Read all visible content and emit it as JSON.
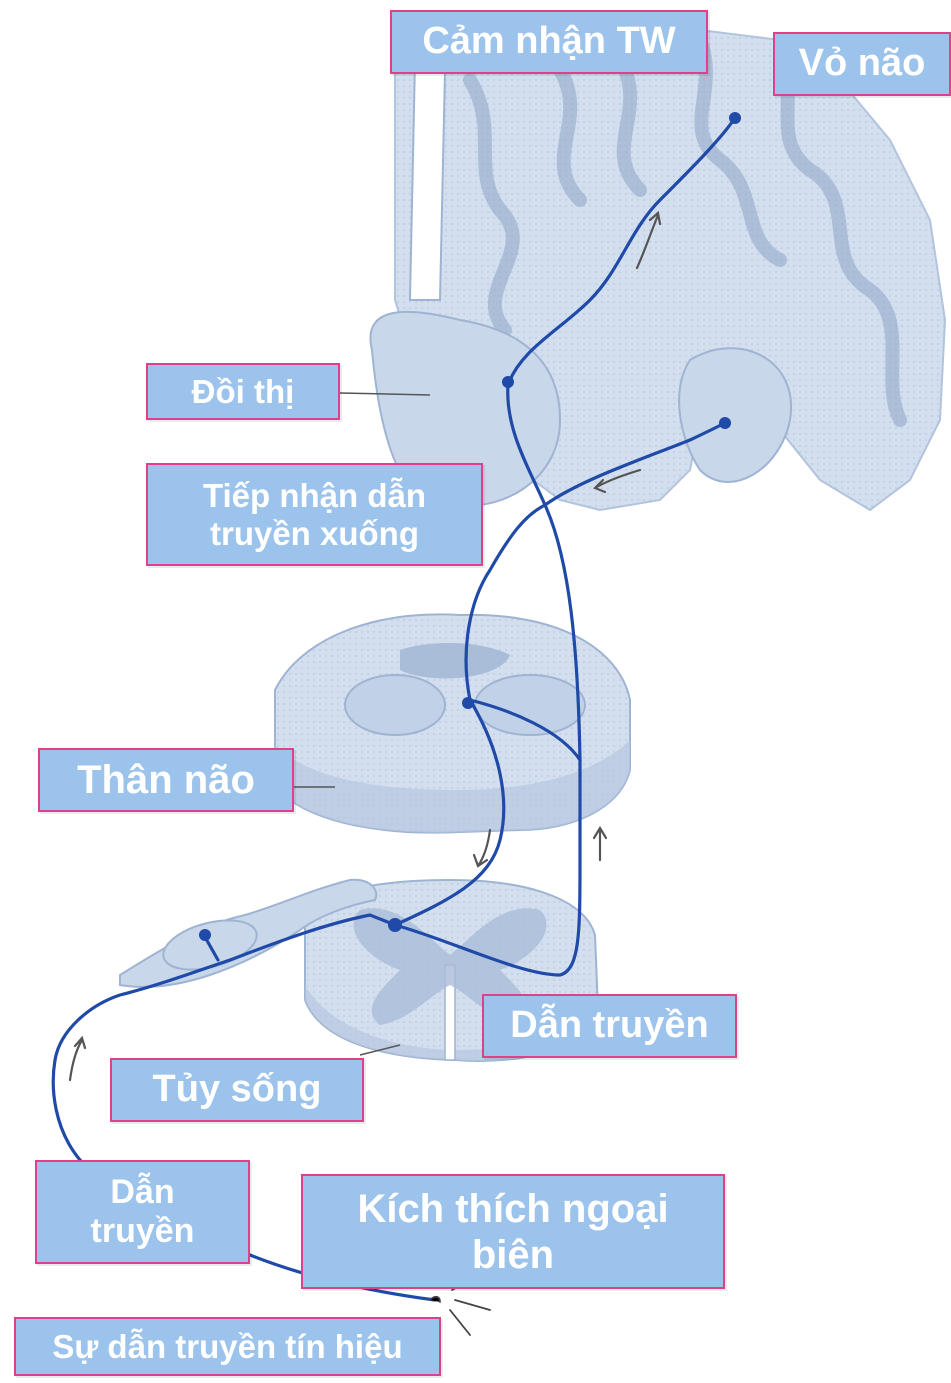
{
  "labels": {
    "cam_nhan_tw": "Cảm nhận TW",
    "vo_nao": "Vỏ não",
    "doi_thi": "Đồi thị",
    "tiep_nhan": "Tiếp nhận dẫn truyền xuống",
    "than_nao": "Thân não",
    "dan_truyen_right": "Dẫn truyền",
    "tuy_song": "Tủy sống",
    "dan_truyen_left": "Dẫn truyền",
    "kich_thich": "Kích thích ngoại biên",
    "su_dan_truyen": "Sự dẫn truyền tín hiệu"
  },
  "colors": {
    "label_fill": "#9cc3ec",
    "label_border": "#e0408a",
    "label_text": "#ffffff",
    "tissue_fill": "#cfdced",
    "tissue_dark": "#8aa2c2",
    "nerve": "#1f4aa8",
    "arrow": "#555555"
  }
}
